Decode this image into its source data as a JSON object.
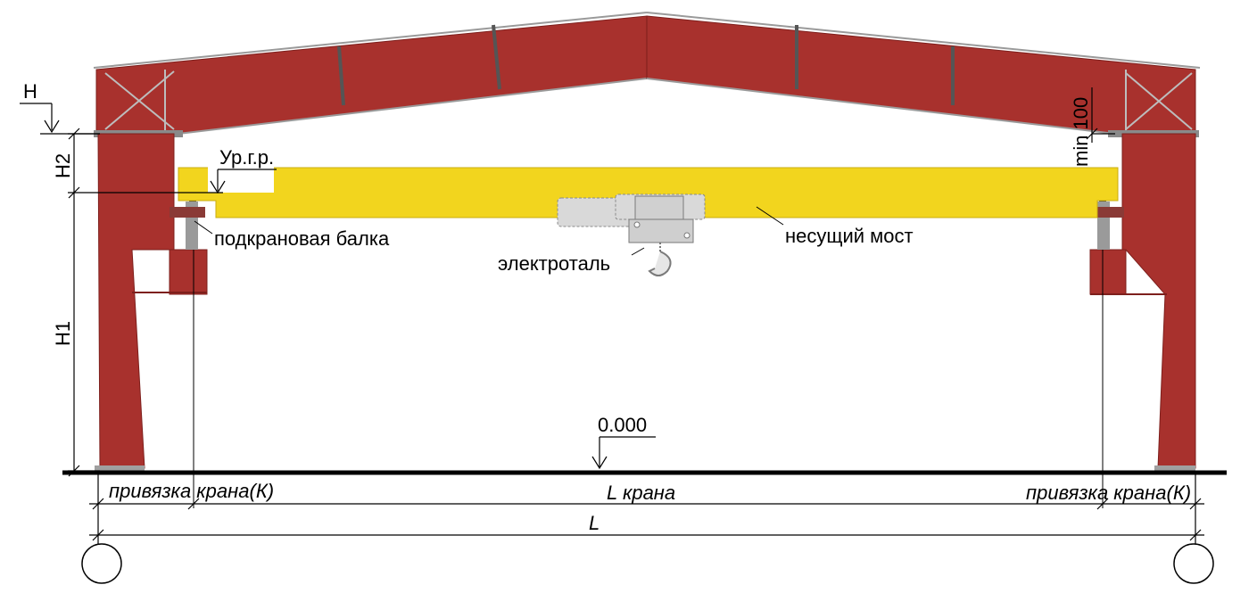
{
  "labels": {
    "h": "H",
    "h2": "H2",
    "h1": "H1",
    "crane_rail_level": "Ур.г.р.",
    "min_clearance": "min 100",
    "crane_girder": "подкрановая балка",
    "hoist": "электроталь",
    "bridge": "несущий мост",
    "zero_level": "0.000",
    "crane_offset_left": "привязка крана(К)",
    "crane_span": "L крана",
    "crane_offset_right": "привязка крана(К)",
    "building_span": "L"
  },
  "colors": {
    "frame": "#a8312d",
    "frame_edge": "#7d1f1c",
    "bridge": "#f2d51e",
    "hoist": "#d9d9d9",
    "ground": "#000000"
  }
}
